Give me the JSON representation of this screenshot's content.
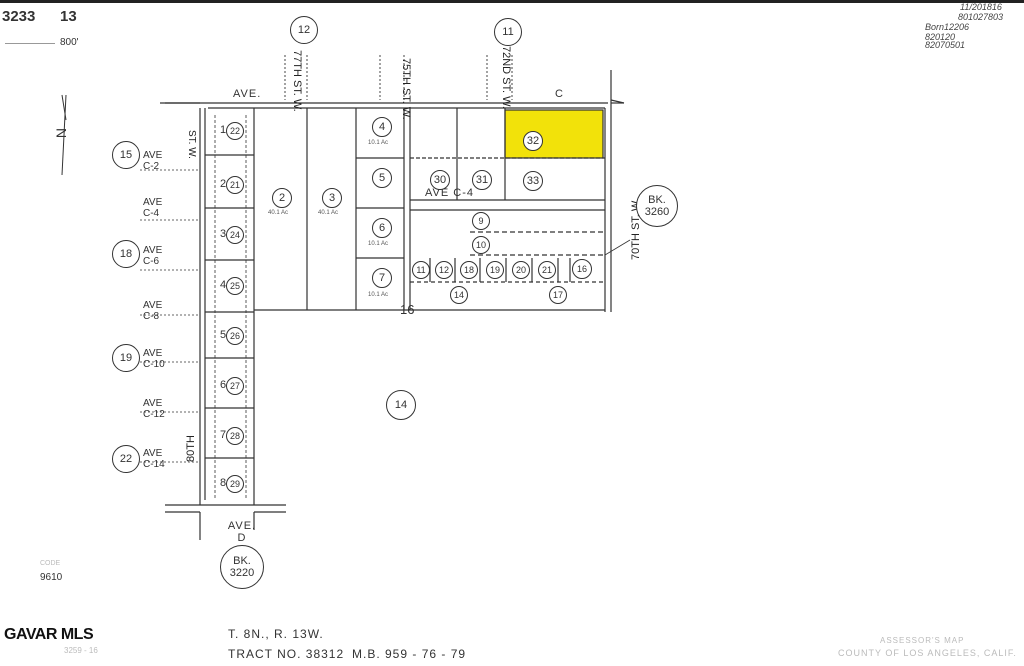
{
  "header": {
    "book": "3233",
    "page": "13",
    "scale": "800'"
  },
  "stamps": {
    "top_right_1": "11/201816",
    "top_right_2": "801027803",
    "notes": [
      "Born12206",
      "820120",
      "82070501"
    ]
  },
  "streets": {
    "ave_c_prefix": "AVE.",
    "ave_c_suffix": "C",
    "st77": "77TH ST. W.",
    "st75": "75TH ST. W.",
    "st72": "72ND ST. W.",
    "st70": "70TH ST. W.",
    "st80": "80TH",
    "st_w": "ST. W.",
    "ave_c4": "AVE C-4",
    "ave_d": "AVE. D",
    "left_aves": [
      "AVE C-2",
      "AVE C-4",
      "AVE C-6",
      "AVE C-8",
      "AVE C-10",
      "AVE C-12",
      "AVE C-14"
    ]
  },
  "map_circles": {
    "top": [
      "12",
      "11"
    ],
    "left": [
      "15",
      "18",
      "19",
      "22"
    ],
    "right_bk_label": "BK.",
    "right_bk_num": "3260",
    "bottom_bk_label": "BK.",
    "bottom_bk_num": "3220",
    "center": "14"
  },
  "parcels": {
    "left_column": [
      "22",
      "21",
      "24",
      "25",
      "26",
      "27",
      "28",
      "29"
    ],
    "left_column_lots": [
      "1",
      "2",
      "3",
      "4",
      "5",
      "6",
      "7",
      "8"
    ],
    "big": [
      "2",
      "3"
    ],
    "mid": [
      "4",
      "5",
      "6",
      "7"
    ],
    "right_upper": [
      "30",
      "31",
      "32",
      "33"
    ],
    "right_lower": [
      "9",
      "10",
      "11",
      "12",
      "18",
      "19",
      "20",
      "21",
      "16",
      "17",
      "14"
    ],
    "acreage_big": "40.1 Ac",
    "acreage_mid": "10.1 Ac",
    "acreage_16": "16"
  },
  "highlight": {
    "color": "#f2e20a",
    "parcel": "32"
  },
  "footer": {
    "township": "T. 8N., R. 13W.",
    "tract_label": "TRACT NO. 38312",
    "mb": "M.B. 959 - 76 - 79",
    "left_code": "CODE",
    "left_num": "9610",
    "left_small": "3259 - 16",
    "assessor": "ASSESSOR'S MAP",
    "county": "COUNTY OF LOS ANGELES, CALIF."
  },
  "logo": "GAVAR MLS"
}
